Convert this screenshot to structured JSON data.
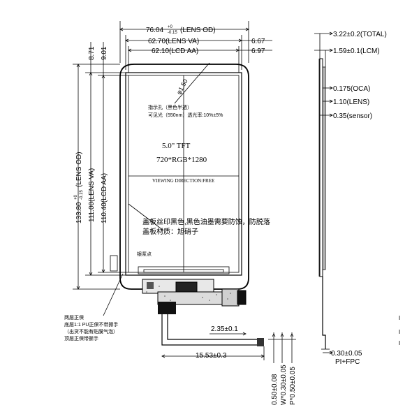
{
  "dimensions": {
    "lens_od_w": "76.04",
    "lens_od_w_tol_top": "+0",
    "lens_od_w_tol_bot": "-0.15",
    "lens_od_w_suffix": "(LENS OD)",
    "lens_va_w": "62.70(LENS VA)",
    "lcd_aa_w": "62.10(LCD AA)",
    "right_offset_1": "6.67",
    "right_offset_2": "6.97",
    "top_offset_1": "8.71",
    "top_offset_2": "9.01",
    "lens_od_h": "133.80",
    "lens_od_h_tol_top": "+0",
    "lens_od_h_tol_bot": "-0.15",
    "lens_od_h_suffix": "(LENS OD)",
    "lens_va_h": "111.00(LENS VA)",
    "lcd_aa_h": "110.40(LCD AA)",
    "corner_radius": "φ1.50",
    "fpc_offset": "2.35±0.1",
    "fpc_length": "15.53±0.3",
    "pitch_1": "0.50±0.08",
    "pitch_2": "W*0.30±0.05",
    "pitch_3": "P*0.50±0.05"
  },
  "side": {
    "total": "3.22±0.2(TOTAL)",
    "lcm": "1.59±0.1(LCM)",
    "oca": "0.175(OCA)",
    "lens": "1.10(LENS)",
    "sensor": "0.35(sensor)",
    "fpc": "0.30±0.05",
    "fpc_label": "PI+FPC"
  },
  "screen": {
    "indicator_line1": "指示孔（黑色半透）",
    "indicator_line2": "可见光（550nm）透光率:10%±5%",
    "size": "5.0\" TFT",
    "resolution": "720*RGB*1280",
    "viewing": "VIEWING DIRECTION:FREE",
    "print_line1": "盖板丝印黑色,黑色油墨需要防蚀，防脱落",
    "print_line2": "盖板材质：旭硝子",
    "small_label": "银浆点"
  },
  "notes": {
    "line1": "两层正保",
    "line2": "底层1:1 PU正保不带撕手",
    "line3": "（出货不能有贴膜气泡）",
    "line4": "顶层正保带撕手"
  }
}
